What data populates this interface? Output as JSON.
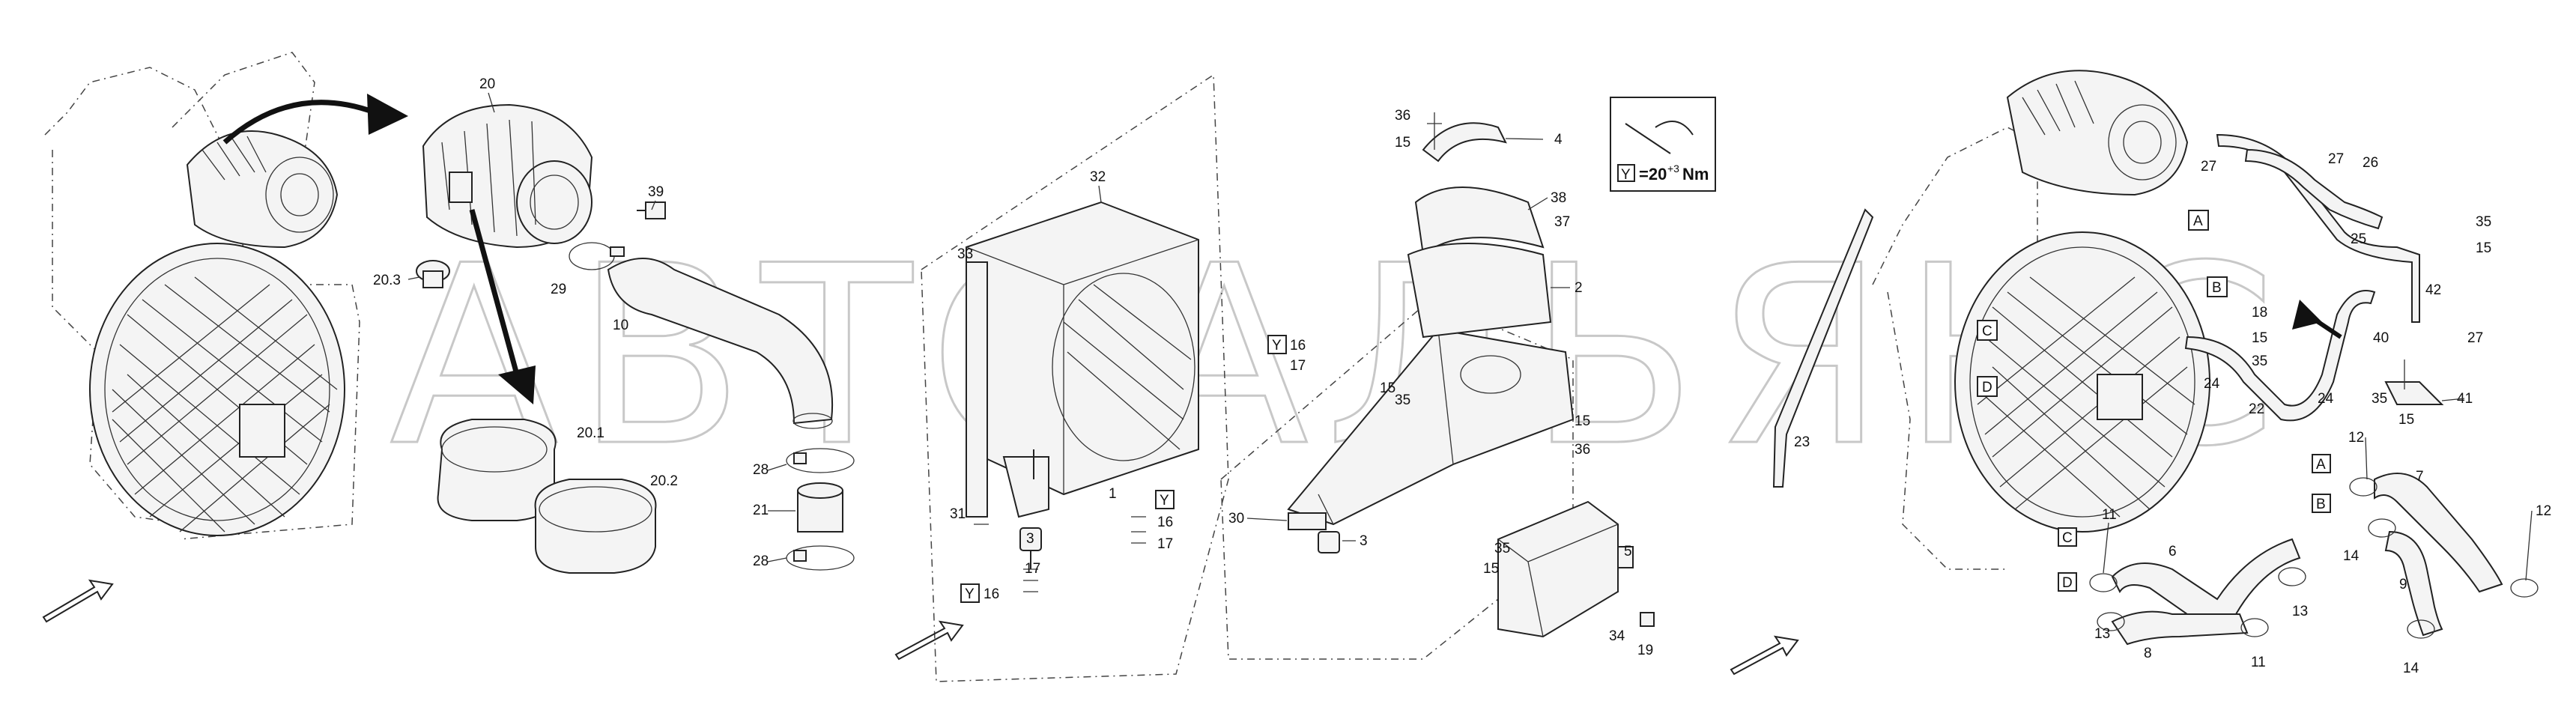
{
  "watermark": "АВТОАЛЬЯНС",
  "torque_spec": {
    "tag": "Y",
    "text": "=20",
    "superscript": "+3",
    "unit": "Nm"
  },
  "view_markers": [
    "A",
    "B",
    "C",
    "D"
  ],
  "callouts": {
    "c20": "20",
    "c39": "39",
    "c20_3": "20.3",
    "c29": "29",
    "c10": "10",
    "c20_1": "20.1",
    "c20_2": "20.2",
    "c28a": "28",
    "c21": "21",
    "c28b": "28",
    "c32": "32",
    "c33": "33",
    "c1": "1",
    "c31": "31",
    "c3a": "3",
    "c17a": "17",
    "c16a": "16",
    "c16b": "16",
    "c17b": "17",
    "c36a": "36",
    "c15a": "15",
    "c4": "4",
    "c38": "38",
    "c37": "37",
    "c2": "2",
    "c16c": "16",
    "c17c": "17",
    "c15b": "15",
    "c35a": "35",
    "c15c": "15",
    "c36b": "36",
    "c30": "30",
    "c3b": "3",
    "c35b": "35",
    "c15d": "15",
    "c5": "5",
    "c34": "34",
    "c19": "19",
    "c23": "23",
    "c27a": "27",
    "c27b": "27",
    "c26": "26",
    "c35c": "35",
    "c15e": "15",
    "c25": "25",
    "c18": "18",
    "c15f": "15",
    "c35d": "35",
    "c42": "42",
    "c40": "40",
    "c27c": "27",
    "c24a": "24",
    "c22": "22",
    "c24b": "24",
    "c35e": "35",
    "c15g": "15",
    "c41": "41",
    "c12a": "12",
    "c7": "7",
    "c14a": "14",
    "c12b": "12",
    "c9": "9",
    "c14b": "14",
    "c11a": "11",
    "c6": "6",
    "c13a": "13",
    "c13b": "13",
    "c8": "8",
    "c11b": "11"
  },
  "tags": {
    "y1": "Y",
    "y2": "Y",
    "y3": "Y"
  },
  "colors": {
    "line": "#222222",
    "watermark": "#c8c8c8",
    "background": "#ffffff"
  }
}
